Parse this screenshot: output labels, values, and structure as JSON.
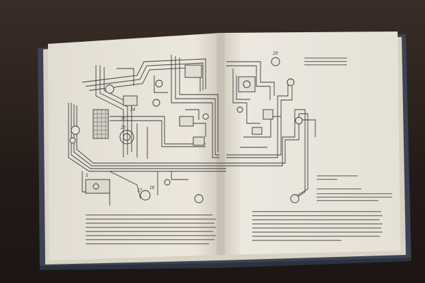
{
  "scene": {
    "subject": "open-book-wiring-diagram",
    "colors": {
      "background": "#2a201d",
      "cover": "#3c4453",
      "page": "#ebe6dc",
      "ink": "#333333"
    }
  },
  "left_page": {
    "component_numbers": [
      "5",
      "17",
      "18",
      "22",
      "23",
      "24"
    ]
  },
  "right_page": {
    "component_numbers": [
      "20"
    ]
  }
}
